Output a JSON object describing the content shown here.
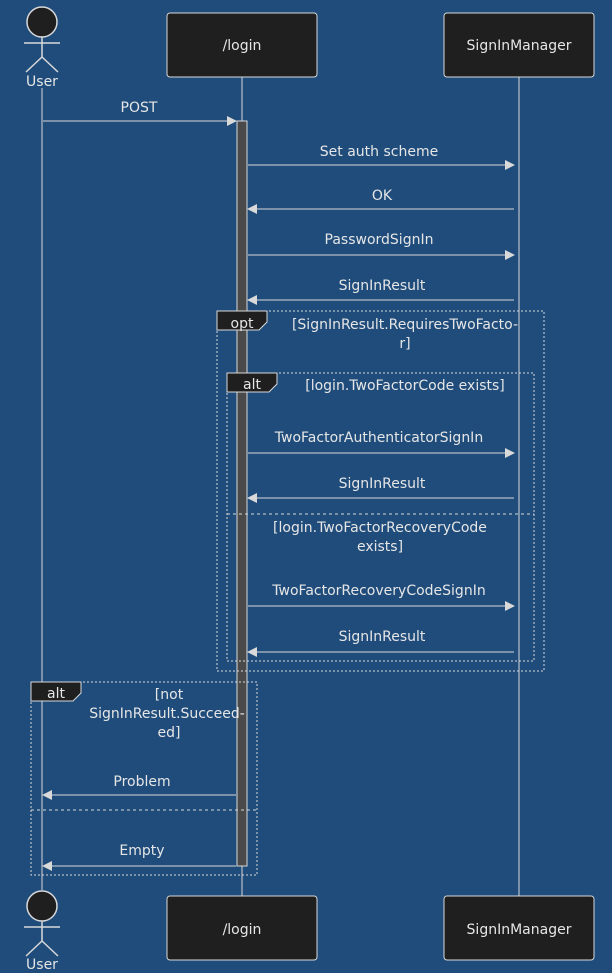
{
  "participants": {
    "user": "User",
    "login": "/login",
    "signin": "SignInManager"
  },
  "messages": {
    "post": "POST",
    "set_auth_scheme": "Set auth scheme",
    "ok": "OK",
    "password_signin": "PasswordSignIn",
    "signin_result_1": "SignInResult",
    "two_factor_auth_signin": "TwoFactorAuthenticatorSignIn",
    "signin_result_2": "SignInResult",
    "two_factor_recovery_signin": "TwoFactorRecoveryCodeSignIn",
    "signin_result_3": "SignInResult",
    "problem": "Problem",
    "empty": "Empty"
  },
  "fragments": {
    "opt": {
      "keyword": "opt",
      "condition_line1": "[SignInResult.RequiresTwoFacto-",
      "condition_line2": "r]"
    },
    "alt_inner": {
      "keyword": "alt",
      "condition": "[login.TwoFactorCode exists]",
      "else_line1": "[login.TwoFactorRecoveryCode",
      "else_line2": "exists]"
    },
    "alt_outer": {
      "keyword": "alt",
      "condition_line1": "[not",
      "condition_line2": "SignInResult.Succeed-",
      "condition_line3": "ed]"
    }
  },
  "colors": {
    "background": "#1f4c7b",
    "box_fill": "#1f1f1f",
    "line": "#d9d9d9",
    "activation": "#4a4a4a",
    "text": "#e6e6e6"
  }
}
